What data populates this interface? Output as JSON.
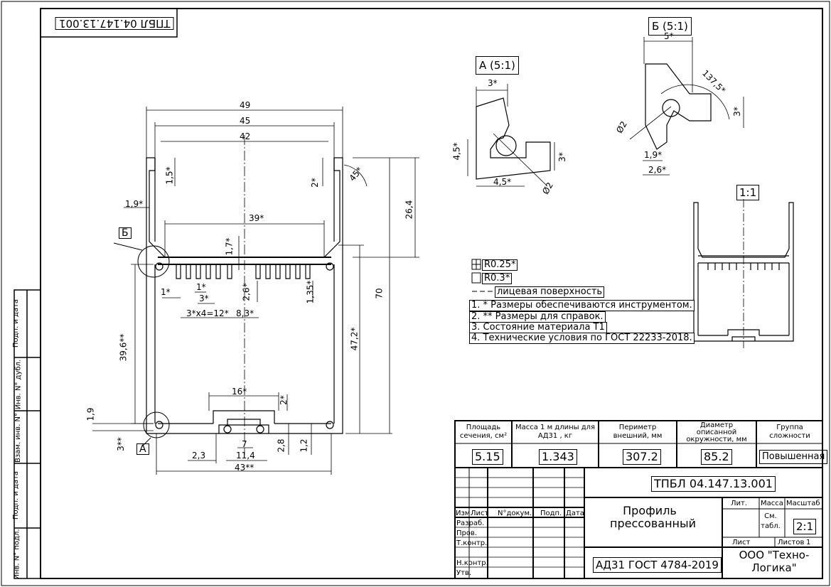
{
  "drawing_code_stamp": "ТПБЛ 04.147.13.001",
  "views": {
    "section_b": {
      "label": "Б"
    },
    "section_a": {
      "label": "А"
    },
    "detail_a": {
      "title": "А (5:1)",
      "dims": [
        "3*",
        "4,5*",
        "4,5*",
        "3*",
        "Ø2"
      ]
    },
    "detail_b": {
      "title": "Б (5:1)",
      "dims": [
        "5*",
        "137,5*",
        "3*",
        "Ø2",
        "1,9*",
        "2,6*"
      ]
    },
    "overview": {
      "title": "1:1"
    }
  },
  "main_dims": {
    "d49": "49",
    "d45": "45",
    "d42": "42",
    "d39": "39*",
    "d1_9": "1,9*",
    "d1_5": "1,5*",
    "d2": "2*",
    "d45deg": "45*",
    "d26_4": "26,4",
    "d70": "70",
    "d47_2": "47,2*",
    "d1_7": "1,7*",
    "d1": "1*",
    "d1b": "1*",
    "d3": "3*",
    "d3x4": "3*x4=12*",
    "d8_3": "8,3*",
    "d2_6": "2,6*",
    "d1_35": "1,35*",
    "d39_6": "39,6**",
    "d16": "16*",
    "d2b": "2*",
    "d1_9b": "1,9",
    "d3b": "3**",
    "d2_3": "2,3",
    "d7": "7",
    "d11_4": "11,4",
    "d2_8": "2,8",
    "d1_2": "1,2",
    "d43": "43**"
  },
  "symbols": {
    "r025": "R0.25*",
    "r03": "R0.3*",
    "face_surface": "лицевая поверхность"
  },
  "notes": [
    "1. * Размеры обеспечиваются инструментом.",
    "2. ** Размеры для справок.",
    "3. Состояние материала Т1",
    "4. Технические условия по ГОСТ 22233-2018."
  ],
  "params_table": {
    "headers": [
      "Площадь сечения, см²",
      "Масса 1 м длины для АД31 , кг",
      "Периметр внешний, мм",
      "Диаметр описанной окружности, мм",
      "Группа сложности"
    ],
    "values": [
      "5.15",
      "1.343",
      "307.2",
      "85.2",
      "Повышенная"
    ]
  },
  "title_block": {
    "code": "ТПБЛ 04.147.13.001",
    "name": "Профиль прессованный",
    "material": "АД31 ГОСТ 4784-2019",
    "company": "ООО \"Техно-Логика\"",
    "col_headers": [
      "Изм.",
      "Лист",
      "N°докум.",
      "Подп.",
      "Дата"
    ],
    "rows": [
      "Разраб.",
      "Пров.",
      "Т.контр.",
      "Н.контр.",
      "Утв."
    ],
    "lit_label": "Лит.",
    "mass_label": "Масса",
    "scale_label": "Масштаб",
    "mass_value": "См. табл.",
    "scale_value": "2:1",
    "sheet_label": "Лист",
    "sheets_label": "Листов",
    "sheets_value": "1"
  },
  "side_strip": [
    "Подп. и дата",
    "Инв. N° дубл.",
    "Взам. инв. N°",
    "Подп. и дата",
    "Инв. N° подл."
  ]
}
